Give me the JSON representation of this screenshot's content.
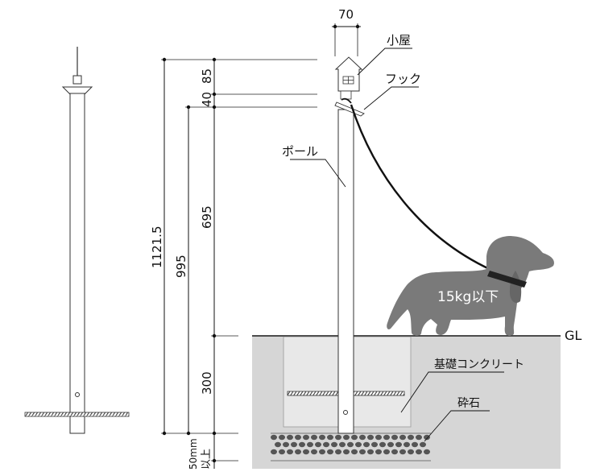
{
  "dimensions": {
    "top_width": "70",
    "dim_85": "85",
    "dim_40": "40",
    "dim_695": "695",
    "dim_300": "300",
    "dim_995": "995",
    "dim_1121": "1121.5",
    "bottom_min_value": "50mm",
    "bottom_min_suffix": "以上"
  },
  "labels": {
    "house": "小屋",
    "hook": "フック",
    "pole": "ポール",
    "dog_weight": "15kg以下",
    "ground_line": "GL",
    "concrete": "基礎コンクリート",
    "gravel": "砕石"
  },
  "colors": {
    "ground": "#d6d6d6",
    "foundation": "#e8e8e8",
    "dog": "#7a7a7a",
    "collar": "#222222",
    "lead": "#111111"
  }
}
